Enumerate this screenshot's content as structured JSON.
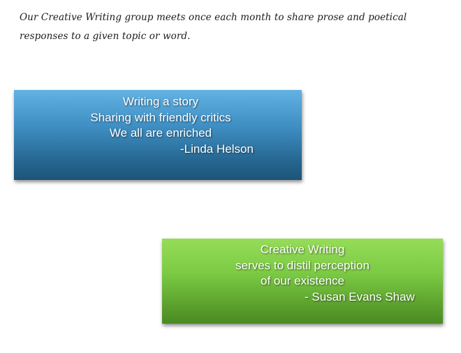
{
  "intro": {
    "text": "Our Creative Writing group meets once each month to share prose and poetical responses to a given topic or word."
  },
  "quotes": [
    {
      "lines": [
        "Writing a story",
        "Sharing with friendly critics",
        "We all are enriched"
      ],
      "attribution": "-Linda Helson",
      "color": "#3f8fc4"
    },
    {
      "lines": [
        "Creative Writing",
        "serves to distil perception",
        "of our existence"
      ],
      "attribution": "- Susan Evans Shaw",
      "color": "#7ccb44"
    }
  ]
}
